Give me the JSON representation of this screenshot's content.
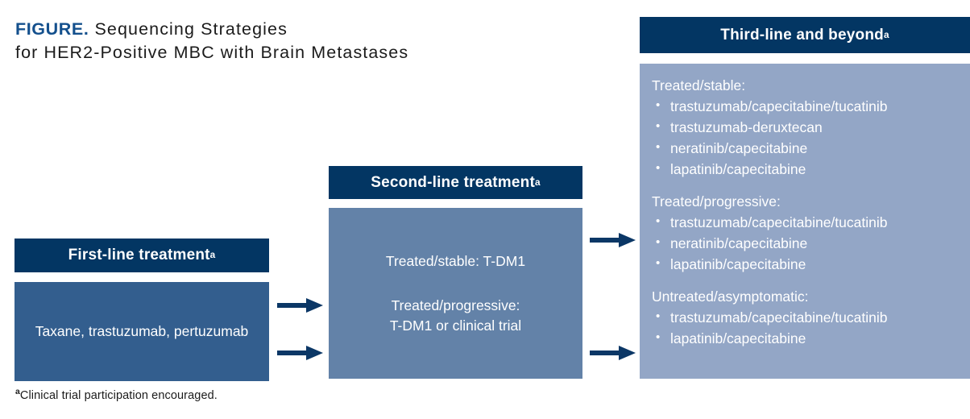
{
  "figure": {
    "kicker": "FIGURE.",
    "title_line1": " Sequencing Strategies",
    "title_line2": "for HER2-Positive MBC with Brain Metastases",
    "footnote_marker": "a",
    "footnote_text": "Clinical trial participation encouraged."
  },
  "colors": {
    "header_navy": "#033663",
    "first_line_body": "#335e8e",
    "second_line_body": "#6382a8",
    "third_line_body": "#93a6c6",
    "kicker_blue": "#14508d",
    "arrow_navy": "#0b3766",
    "text_white": "#ffffff",
    "text_black": "#1b1b1b"
  },
  "columns": {
    "first_line": {
      "header_label": "First-line treatment",
      "header_superscript": "a",
      "body_text": "Taxane, trastuzumab, pertuzumab"
    },
    "second_line": {
      "header_label": "Second-line treatment",
      "header_superscript": "a",
      "line1": "Treated/stable: T-DM1",
      "line2a": "Treated/progressive:",
      "line2b": "T-DM1 or clinical trial"
    },
    "third_line": {
      "header_label": "Third-line and beyond",
      "header_superscript": "a",
      "groups": [
        {
          "title": "Treated/stable:",
          "items": [
            "trastuzumab/capecitabine/tucatinib",
            "trastuzumab-deruxtecan",
            "neratinib/capecitabine",
            "lapatinib/capecitabine"
          ]
        },
        {
          "title": "Treated/progressive:",
          "items": [
            "trastuzumab/capecitabine/tucatinib",
            "neratinib/capecitabine",
            "lapatinib/capecitabine"
          ]
        },
        {
          "title": "Untreated/asymptomatic:",
          "items": [
            "trastuzumab/capecitabine/tucatinib",
            "lapatinib/capecitabine"
          ]
        }
      ]
    }
  },
  "arrows": [
    {
      "name": "arrow-first-to-second-upper",
      "from": "first_line",
      "to": "second_line"
    },
    {
      "name": "arrow-first-to-second-lower",
      "from": "first_line",
      "to": "second_line"
    },
    {
      "name": "arrow-second-to-third-upper",
      "from": "second_line",
      "to": "third_line"
    },
    {
      "name": "arrow-second-to-third-lower",
      "from": "second_line",
      "to": "third_line"
    }
  ]
}
